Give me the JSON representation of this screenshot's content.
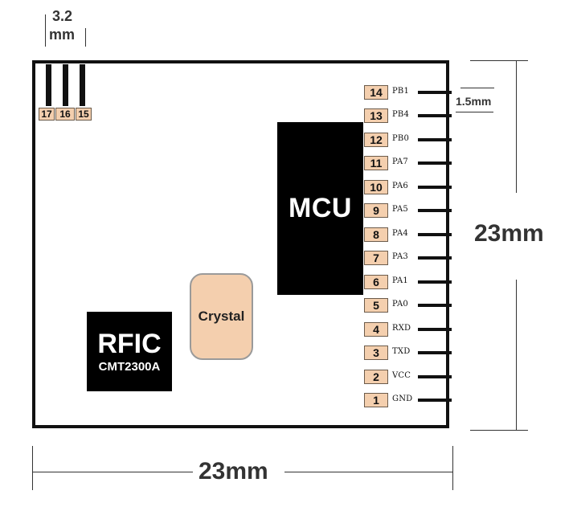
{
  "labels": {
    "mcu": "MCU",
    "rfic": "RFIC",
    "rfic_part": "CMT2300A",
    "crystal": "Crystal"
  },
  "right_pins": [
    {
      "num": "14",
      "name": "PB1"
    },
    {
      "num": "13",
      "name": "PB4"
    },
    {
      "num": "12",
      "name": "PB0"
    },
    {
      "num": "11",
      "name": "PA7"
    },
    {
      "num": "10",
      "name": "PA6"
    },
    {
      "num": "9",
      "name": "PA5"
    },
    {
      "num": "8",
      "name": "PA4"
    },
    {
      "num": "7",
      "name": "PA3"
    },
    {
      "num": "6",
      "name": "PA1"
    },
    {
      "num": "5",
      "name": "PA0"
    },
    {
      "num": "4",
      "name": "RXD"
    },
    {
      "num": "3",
      "name": "TXD"
    },
    {
      "num": "2",
      "name": "VCC"
    },
    {
      "num": "1",
      "name": "GND"
    }
  ],
  "top_pins": [
    "17",
    "16",
    "15"
  ],
  "dimensions": {
    "pin_length_value": "3.2",
    "pin_length_unit": "mm",
    "pin_pitch": "1.5mm",
    "height": "23mm",
    "width": "23mm"
  }
}
